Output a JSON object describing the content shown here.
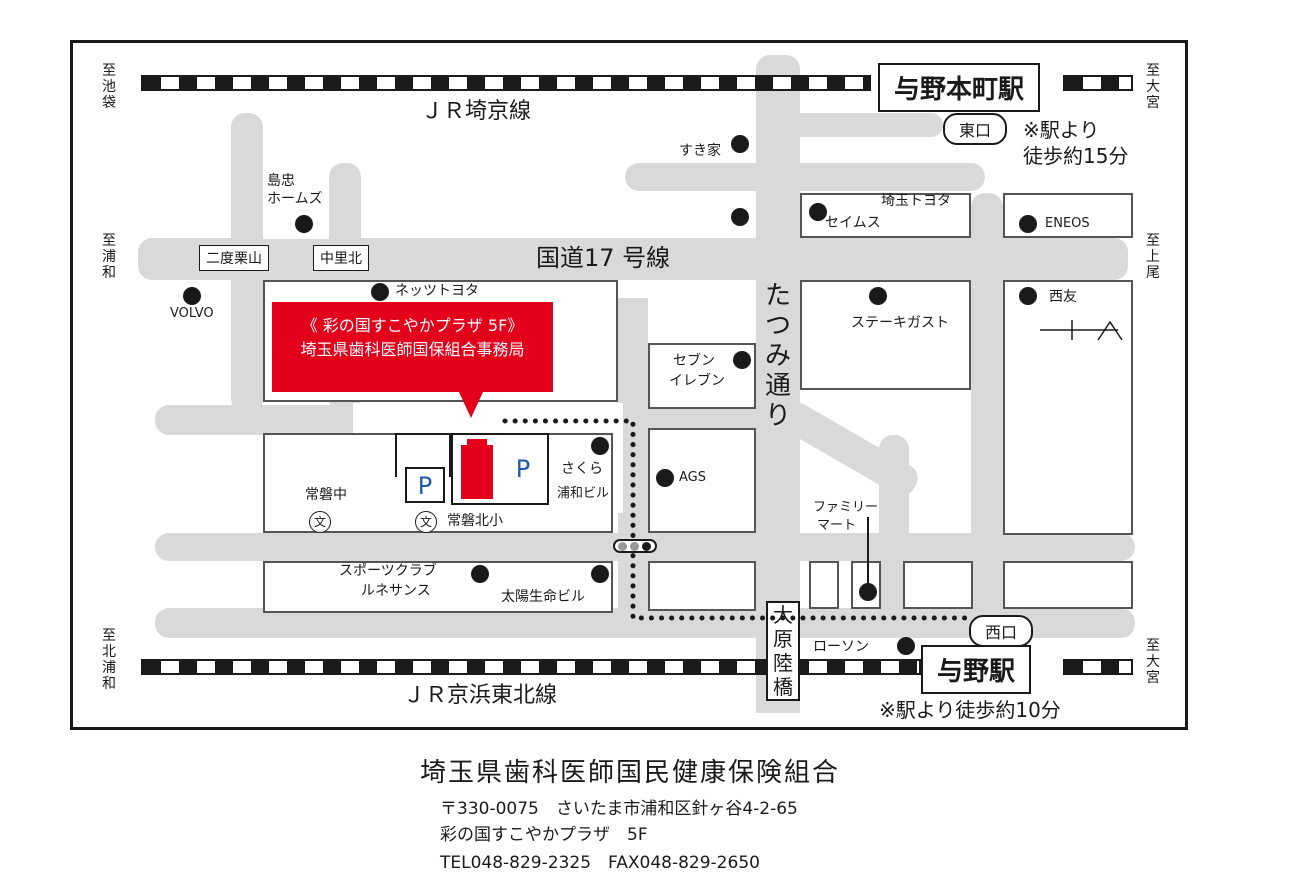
{
  "rail": {
    "saikyo_label": "ＪＲ埼京線",
    "keihin_label": "ＪＲ京浜東北線"
  },
  "directions": {
    "ikebukuro": "至池袋",
    "omiya_top": "至大宮",
    "urawa": "至浦和",
    "ageo": "至上尾",
    "kitaurawa": "至北浦和",
    "omiya_bottom": "至大宮"
  },
  "stations": {
    "yonohonmachi": "与野本町駅",
    "yono": "与野駅",
    "east_exit": "東口",
    "west_exit": "西口",
    "walk_15_line1": "※駅より",
    "walk_15_line2": "徒歩約15分",
    "walk_10": "※駅より徒歩約10分"
  },
  "roads": {
    "route17": "国道17 号線",
    "tatsumi": "たつみ通り",
    "ohara_bridge": "大原陸橋"
  },
  "intersections": {
    "nidokuriyama": "二度栗山",
    "nakazatokita": "中里北"
  },
  "landmarks": {
    "shimachu_1": "島忠",
    "shimachu_2": "ホームズ",
    "sukiya": "すき家",
    "saitama_toyota": "埼玉トヨタ",
    "seimusu": "セイムス",
    "eneos": "ENEOS",
    "volvo": "VOLVO",
    "netz_toyota": "ネッツトヨタ",
    "nishitomo": "西友",
    "steak_gusto": "ステーキガスト",
    "seven_1": "セブン",
    "seven_2": "イレブン",
    "sakura_1": "さくら",
    "sakura_2": "浦和ビル",
    "ags": "AGS",
    "familymart_1": "ファミリー",
    "familymart_2": "マート",
    "tokiwa_chu": "常磐中",
    "tokiwa_kitasho": "常磐北小",
    "school_mark": "文",
    "sports_1": "スポーツクラブ",
    "sports_2": "ルネサンス",
    "taiyo": "太陽生命ビル",
    "lawson": "ローソン",
    "parking": "P"
  },
  "callout": {
    "line1": "《 彩の国すこやかプラザ 5F》",
    "line2": "埼玉県歯科医師国保組合事務局"
  },
  "footer": {
    "org": "埼玉県歯科医師国民健康保険組合",
    "address": "〒330-0075　さいたま市浦和区針ヶ谷4-2-65",
    "building": "彩の国すこやかプラザ　5F",
    "contact": "TEL048-829-2325　FAX048-829-2650"
  },
  "colors": {
    "accent": "#e3001b",
    "parking_blue": "#1e5aa8",
    "road_gray": "#d9d9d9"
  }
}
